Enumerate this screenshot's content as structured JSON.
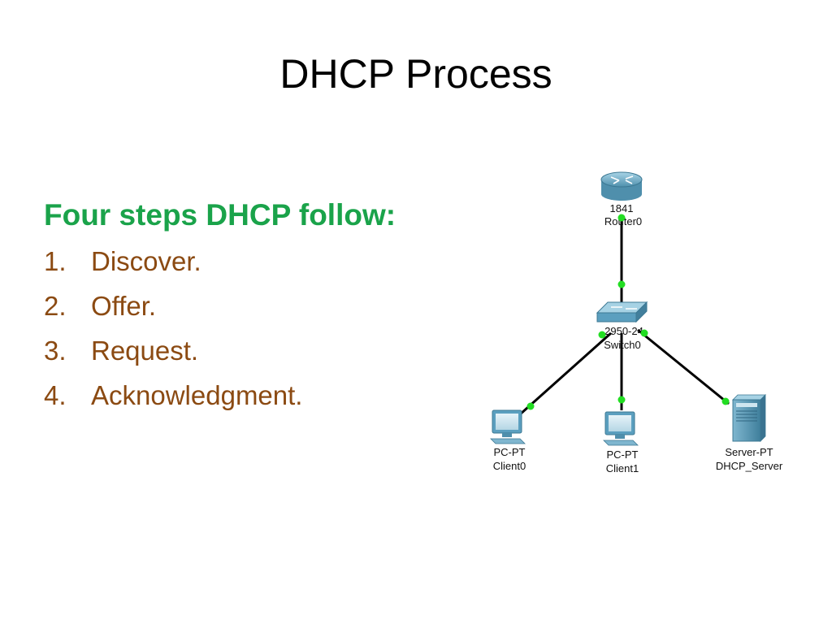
{
  "slide": {
    "title": "DHCP Process",
    "heading": "Four steps DHCP follow:",
    "steps": [
      {
        "num": "1.",
        "text": "Discover."
      },
      {
        "num": "2.",
        "text": "Offer."
      },
      {
        "num": "3.",
        "text": "Request."
      },
      {
        "num": "4.",
        "text": "Acknowledgment."
      }
    ]
  },
  "topology": {
    "router": {
      "model": "1841",
      "name": "Router0",
      "icon": "router-icon"
    },
    "switch": {
      "model": "2950-24",
      "name": "Switch0",
      "icon": "switch-icon"
    },
    "client0": {
      "model": "PC-PT",
      "name": "Client0",
      "icon": "pc-icon"
    },
    "client1": {
      "model": "PC-PT",
      "name": "Client1",
      "icon": "pc-icon"
    },
    "server": {
      "model": "Server-PT",
      "name": "DHCP_Server",
      "icon": "server-icon"
    },
    "colors": {
      "link": "#000000",
      "port_up": "#22dd22",
      "device": "#5b9fbf"
    }
  }
}
